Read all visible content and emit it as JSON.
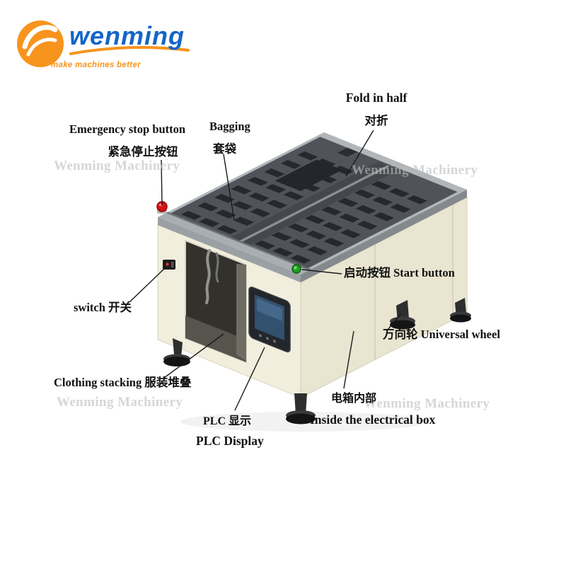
{
  "logo": {
    "brand": "wenming",
    "tagline": "make machines better"
  },
  "watermark_text": "Wenming Machinery",
  "annotations": {
    "fold_in_half_en": "Fold in half",
    "fold_in_half_zh": "对折",
    "emergency_stop_en": "Emergency stop button",
    "emergency_stop_zh": "紧急停止按钮",
    "bagging_en": "Bagging",
    "bagging_zh": "套袋",
    "start_button": "启动按钮 Start button",
    "switch": "switch 开关",
    "universal_wheel": "万向轮 Universal wheel",
    "clothing_stacking": "Clothing stacking 服装堆叠",
    "plc_display_zh": "PLC 显示",
    "plc_display_en": "PLC Display",
    "electrical_box_zh": "电箱内部",
    "electrical_box_en": "Inside the electrical box"
  },
  "colors": {
    "brand_blue": "#1465c8",
    "accent_orange": "#f7941d",
    "body_cream": "#f1eedd",
    "deck_gray": "#50545a",
    "estop_red": "#d61414",
    "start_green": "#27c427"
  }
}
